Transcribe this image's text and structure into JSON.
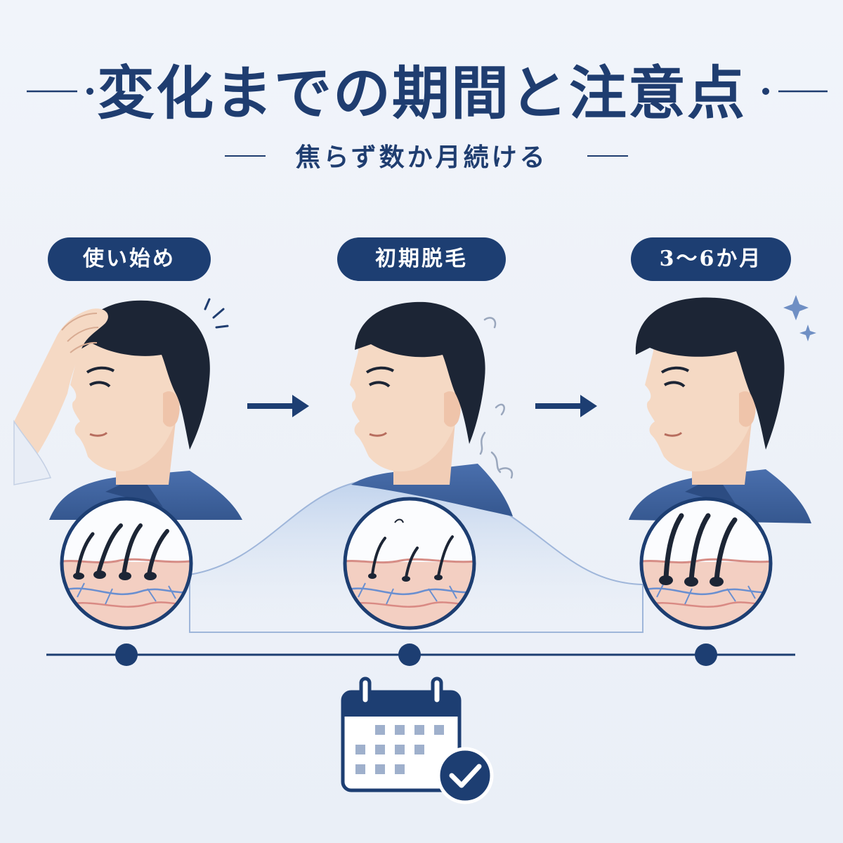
{
  "header": {
    "title": "変化までの期間と注意点",
    "subtitle": "焦らず数か月続ける"
  },
  "stages": [
    {
      "label": "使い始め"
    },
    {
      "label": "初期脱毛"
    },
    {
      "label": "3〜6か月"
    }
  ],
  "colors": {
    "navy": "#1d3e72",
    "title": "#1f3d70",
    "background": "#eef2f8",
    "shirt": "#3f64a3",
    "hair": "#1c2535",
    "skin": "#f5d9c4",
    "scalp": "#f3cfc2",
    "vein_blue": "#6a8fd0",
    "vein_red": "#d98a84",
    "wave": "#c9d8ee",
    "calendar_grid": "#9fb0cc"
  },
  "icons": {
    "arrow": "right-arrow-icon",
    "sparkle": "sparkle-icon",
    "worry": "worry-lines-icon",
    "falling_hair": "falling-hair-icon",
    "calendar": "calendar-icon",
    "check": "check-icon"
  }
}
